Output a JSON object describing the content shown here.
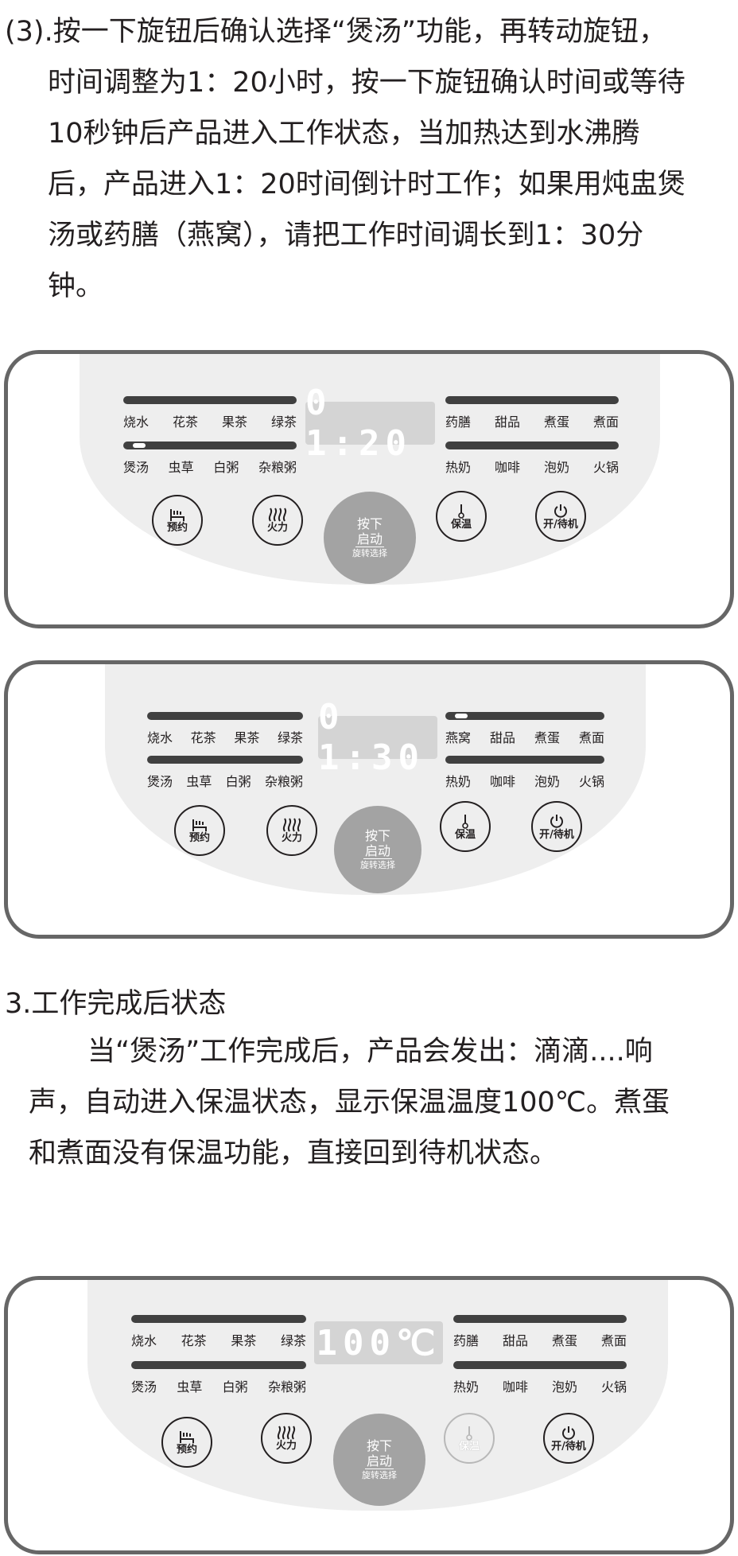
{
  "section_step": {
    "lines": [
      "(3).按一下旋钮后确认选择“煲汤”功能，再转动旋钮，",
      "时间调整为1：20小时，按一下旋钮确认时间或等待",
      "10秒钟后产品进入工作状态，当加热达到水沸腾",
      "后，产品进入1：20时间倒计时工作；如果用炖盅煲",
      "汤或药膳（燕窝），请把工作时间调长到1：30分",
      "钟。"
    ]
  },
  "section3": {
    "heading": "3.工作完成后状态",
    "lines": [
      "当“煲汤”工作完成后，产品会发出：滴滴....响",
      "声，自动进入保温状态，显示保温温度100℃。煮蛋",
      "和煮面没有保温功能，直接回到待机状态。"
    ]
  },
  "panels": [
    {
      "display": "0 1:20",
      "left_top": [
        "烧水",
        "花茶",
        "果茶",
        "绿茶"
      ],
      "left_bottom": [
        "煲汤",
        "虫草",
        "白粥",
        "杂粮粥"
      ],
      "right_top": [
        "药膳",
        "甜品",
        "煮蛋",
        "煮面"
      ],
      "right_bottom": [
        "热奶",
        "咖啡",
        "泡奶",
        "火锅"
      ],
      "buttons": {
        "reserve": "预约",
        "power": "火力",
        "keep_warm": "保温",
        "standby": "开/待机"
      },
      "knob": {
        "line1": "按下",
        "line2": "启动",
        "line3": "旋转选择"
      }
    },
    {
      "display": "0 1:30",
      "left_top": [
        "烧水",
        "花茶",
        "果茶",
        "绿茶"
      ],
      "left_bottom": [
        "煲汤",
        "虫草",
        "白粥",
        "杂粮粥"
      ],
      "right_top": [
        "燕窝",
        "甜品",
        "煮蛋",
        "煮面"
      ],
      "right_bottom": [
        "热奶",
        "咖啡",
        "泡奶",
        "火锅"
      ],
      "buttons": {
        "reserve": "预约",
        "power": "火力",
        "keep_warm": "保温",
        "standby": "开/待机"
      },
      "knob": {
        "line1": "按下",
        "line2": "启动",
        "line3": "旋转选择"
      }
    },
    {
      "display": "100℃",
      "left_top": [
        "烧水",
        "花茶",
        "果茶",
        "绿茶"
      ],
      "left_bottom": [
        "煲汤",
        "虫草",
        "白粥",
        "杂粮粥"
      ],
      "right_top": [
        "药膳",
        "甜品",
        "煮蛋",
        "煮面"
      ],
      "right_bottom": [
        "热奶",
        "咖啡",
        "泡奶",
        "火锅"
      ],
      "buttons": {
        "reserve": "预约",
        "power": "火力",
        "keep_warm": "保温",
        "standby": "开/待机"
      },
      "knob": {
        "line1": "按下",
        "line2": "启动",
        "line3": "旋转选择"
      }
    }
  ],
  "icons": {
    "reserve": "hand-icon",
    "power": "heat-waves-icon",
    "keep_warm": "thermometer-icon",
    "standby": "power-icon"
  },
  "colors": {
    "panel_border": "#666666",
    "panel_face": "#eeeeee",
    "knob": "#a3a3a3",
    "display": "#d4d4d4",
    "bars": "#404040"
  }
}
